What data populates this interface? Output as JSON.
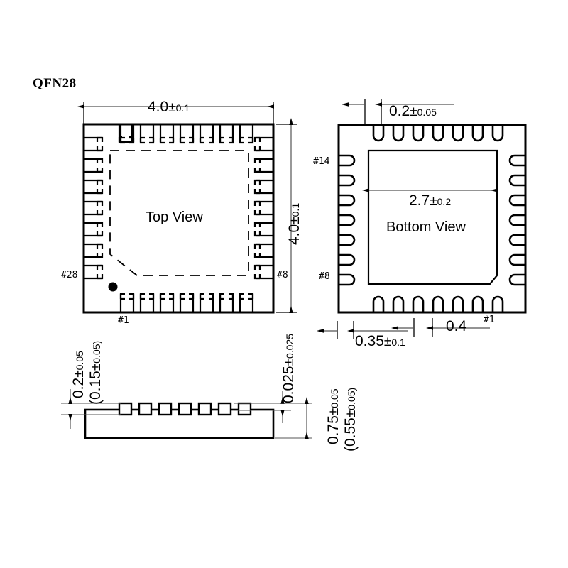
{
  "drawing": {
    "title": "QFN28",
    "package": "QFN28"
  },
  "top_view": {
    "label": "Top View",
    "width_dim": {
      "value": "4.0",
      "pm": "±",
      "tolerance": "0.1"
    },
    "height_dim": {
      "value": "4.0",
      "pm": "±",
      "tolerance": "0.1"
    },
    "pin_labels": {
      "left": "#28",
      "right": "#8",
      "bottom": "#1"
    },
    "pins_per_side": 7
  },
  "bottom_view": {
    "label": "Bottom View",
    "pad_length_dim": {
      "value": "0.2",
      "pm": "±",
      "tolerance": "0.05"
    },
    "thermal_pad_dim": {
      "value": "2.7",
      "pm": "±",
      "tolerance": "0.2"
    },
    "pad_width_dim": {
      "value": "0.35",
      "pm": "±",
      "tolerance": "0.1"
    },
    "pitch_dim": {
      "value": "0.4"
    },
    "pin_labels": {
      "top_left": "#14",
      "bottom_left": "#8",
      "bottom_right": "#1"
    },
    "pins_per_side": 7
  },
  "side_view": {
    "standoff_dim": {
      "value": "0.2",
      "pm": "±",
      "tolerance": "0.05"
    },
    "standoff_alt_dim": {
      "text": "(0.15±0.05)",
      "value": "(0.15",
      "pm": "±",
      "tolerance": "0.05)"
    },
    "coplanarity_dim": {
      "value": "0.025",
      "pm": "±",
      "tolerance": "0.025"
    },
    "height_dim": {
      "value": "0.75",
      "pm": "±",
      "tolerance": "0.05"
    },
    "height_alt_dim": {
      "value": "(0.55",
      "pm": "±",
      "tolerance": "0.05)"
    },
    "leads": 7
  },
  "colors": {
    "line": "#000000",
    "background": "#ffffff",
    "thin_line": "#555555"
  }
}
